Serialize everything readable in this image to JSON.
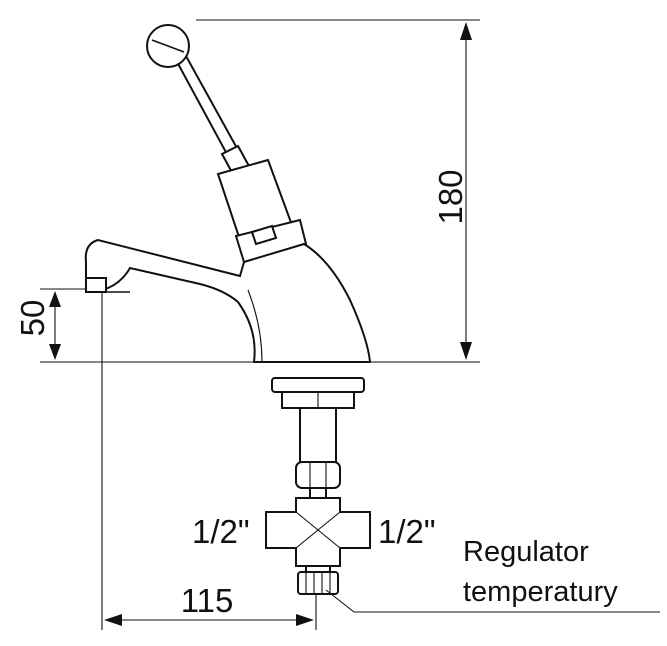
{
  "dimensions": {
    "height_total": "180",
    "spout_height": "50",
    "spout_reach": "115"
  },
  "connections": {
    "left_inlet": "1/2\"",
    "right_inlet": "1/2\""
  },
  "callout": {
    "line1": "Regulator",
    "line2": "temperatury"
  }
}
